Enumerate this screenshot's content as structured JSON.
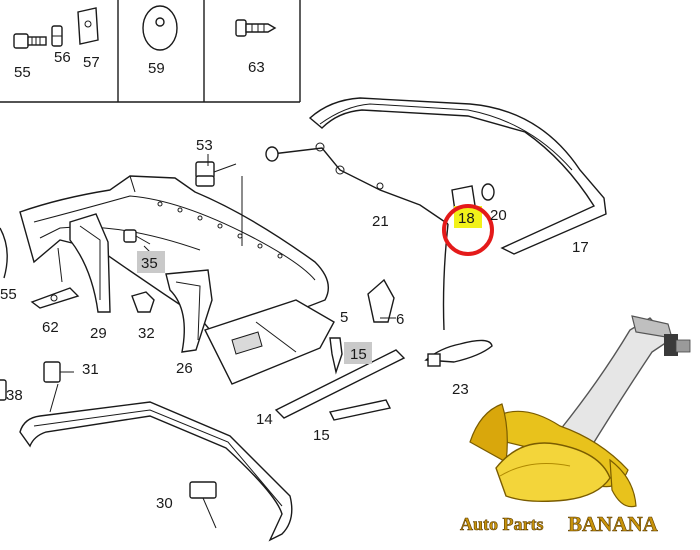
{
  "diagram": {
    "labels": {
      "p55a": "55",
      "p56": "56",
      "p57": "57",
      "p59": "59",
      "p63": "63",
      "p53": "53",
      "p55b": "55",
      "p35": "35",
      "p62": "62",
      "p29": "29",
      "p32": "32",
      "p26": "26",
      "p31": "31",
      "p38": "38",
      "p21": "21",
      "p18": "18",
      "p20": "20",
      "p17": "17",
      "p5": "5",
      "p6": "6",
      "p15a": "15",
      "p14": "14",
      "p15b": "15",
      "p23": "23",
      "p30": "30"
    },
    "highlight_color": "#f2f21a",
    "callout_color": "#e41a1a",
    "label_box_color": "#c9c9c9"
  },
  "brand": {
    "text_a": "Auto Parts",
    "text_b": "BANANA",
    "color": "#c8930a"
  }
}
